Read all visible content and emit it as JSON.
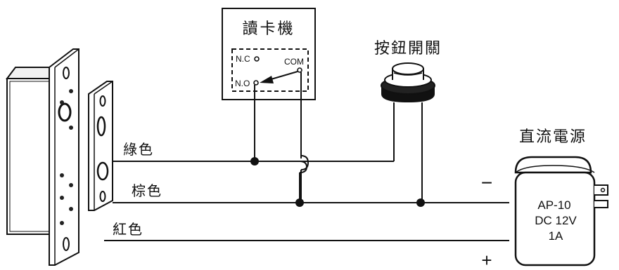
{
  "reader": {
    "title": "讀卡機",
    "nc": "N.C",
    "no": "N.O",
    "com": "COM"
  },
  "button": {
    "title": "按鈕開關"
  },
  "power": {
    "title": "直流電源",
    "model": "AP-10",
    "voltage": "DC 12V",
    "current": "1A",
    "minus": "−",
    "plus": "+"
  },
  "wires": {
    "green": "綠色",
    "brown": "棕色",
    "red": "紅色"
  }
}
